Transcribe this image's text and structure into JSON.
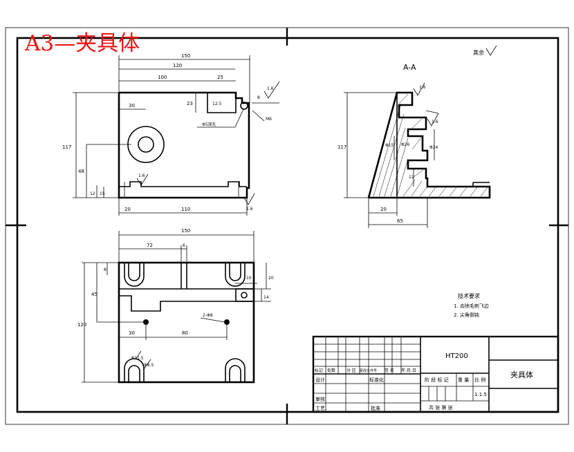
{
  "title_stamp": "A3—夹具体",
  "surface_note": "其余",
  "section_label": "A-A",
  "front_view": {
    "dims": [
      "150",
      "120",
      "100",
      "25",
      "30",
      "23",
      "12.5",
      "8",
      "117",
      "48",
      "12",
      "15",
      "20",
      "110"
    ],
    "roughness": [
      "1.6",
      "1.6",
      "1.6"
    ],
    "hole_note": "Φ5深孔",
    "chamfer": "M6"
  },
  "side_view": {
    "dims": [
      "117",
      "20",
      "65",
      "Φ24",
      "Φ15",
      "Φ26",
      "12"
    ],
    "roughness": [
      "1.6",
      "1.6"
    ]
  },
  "top_view": {
    "dims": [
      "150",
      "72",
      "6",
      "8",
      "45",
      "120",
      "30",
      "80",
      "2-Φ8",
      "10",
      "20",
      "14",
      "R11.5",
      "Φ8.5"
    ]
  },
  "notes": {
    "heading": "技术要求",
    "items": [
      "1. 去除毛刺飞边",
      "2. 尖角倒钝"
    ]
  },
  "title_block": {
    "material": "HT200",
    "part_name": "夹具体",
    "rev_headers": [
      "标记",
      "处数",
      "分 区",
      "更改文件号",
      "签 名",
      "年.月.日"
    ],
    "role_design": "设计",
    "standardization": "标准化",
    "stage_labels": [
      "阶 段 标 记",
      "重 量",
      "比 例"
    ],
    "scale": "1:1.5",
    "role_check": "审核",
    "role_process": "工艺",
    "approve": "批准",
    "sheets": "共  张  第  张"
  },
  "colors": {
    "stamp": "#ee1111",
    "line": "#000000",
    "bg": "#ffffff"
  }
}
